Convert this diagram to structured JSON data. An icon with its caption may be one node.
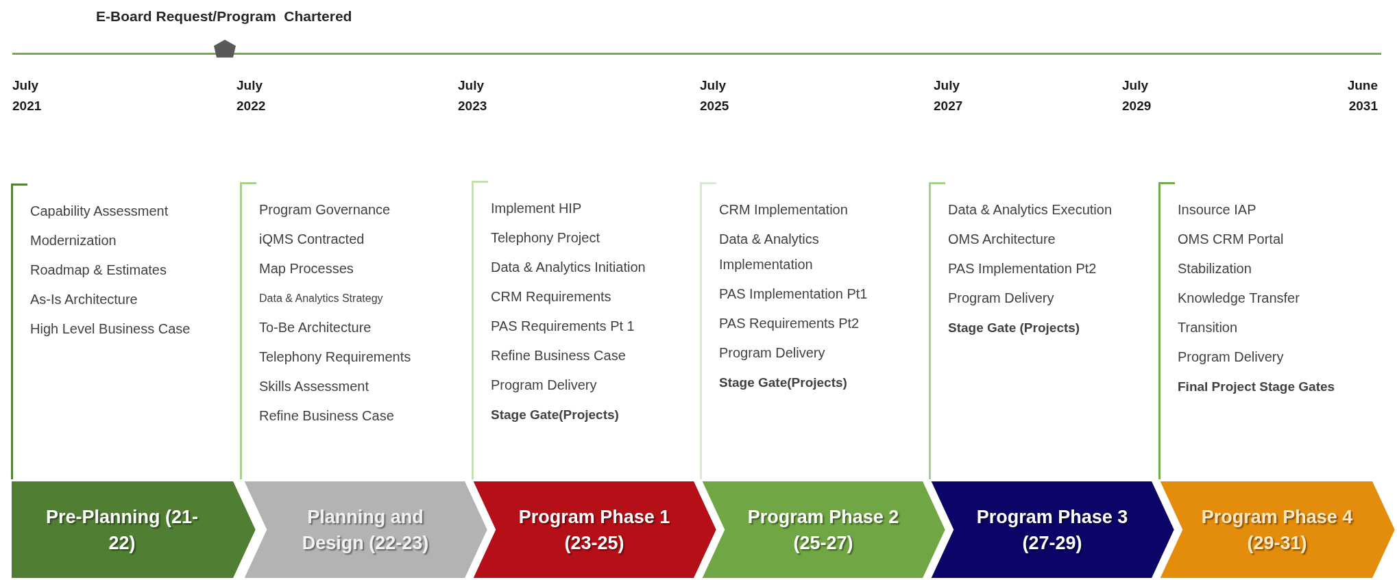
{
  "diagram": {
    "nodes": [
      {
        "text": [
          "Capability Assessment",
          "Modernization",
          "Roadmap & Estimates",
          "As-Is Architecture",
          "High Level Business Case"
        ]
      },
      {
        "text": [
          "Program Governance",
          "iQMS Contracted",
          "Map Processes",
          "Data & Analytics Strategy",
          "To-Be Architecture",
          "Telephony Requirements",
          "Skills Assessment",
          "Refine Business Case"
        ]
      },
      {
        "text": [
          "Implement HIP",
          "Telephony Project",
          "Data & Analytics Initiation",
          "CRM Requirements",
          "PAS Requirements Pt 1",
          "Refine Business Case",
          "Program Delivery",
          "Stage Gate(Projects)"
        ]
      },
      {
        "text": [
          "CRM Implementation",
          "Data & Analytics Implementation",
          "PAS Implementation Pt1",
          "PAS Requirements Pt2",
          "Program Delivery",
          "Stage Gate(Projects)"
        ]
      },
      {
        "text": [
          "Data & Analytics Execution",
          "OMS Architecture",
          "PAS Implementation Pt2",
          "Program Delivery",
          "Stage Gate (Projects)"
        ]
      },
      {
        "text": [
          "Insource IAP",
          "OMS CRM Portal",
          "Stabilization",
          "Knowledge Transfer",
          "Transition",
          "Program Delivery",
          "Final Project Stage Gates"
        ]
      },
      {
        "text": [
          "Pre-Planning (21-22)"
        ]
      },
      {
        "text": [
          "Planning and Design (22-23)"
        ]
      },
      {
        "text": [
          "Program Phase 1 (23-25)"
        ]
      },
      {
        "text": [
          "Program Phase 2 (25-27)"
        ]
      },
      {
        "text": [
          "Program Phase 3 (27-29)"
        ]
      },
      {
        "text": [
          "Program Phase 4 (29-31)"
        ]
      }
    ],
    "labels": [
      "E-Board Request/Program  Chartered",
      "July 2021",
      "July 2022",
      "July 2023",
      "July 2025",
      "July 2027",
      "July 2029",
      "June 2031"
    ]
  }
}
